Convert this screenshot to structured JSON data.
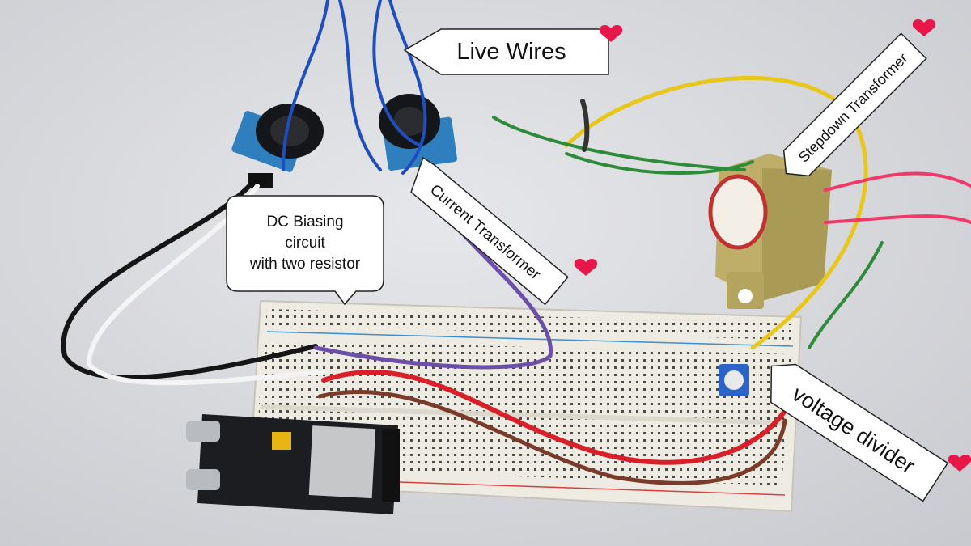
{
  "annotations": {
    "live_wires": "Live Wires",
    "stepdown_transformer": "Stepdown Transformer",
    "current_transformer": "Current Transformer",
    "dc_biasing": [
      "DC Biasing",
      "circuit",
      "with two resistor"
    ],
    "voltage_divider": "voltage divider"
  },
  "colors": {
    "background": "#dcdde0",
    "breadboard": "#eeebe2",
    "wire_blue": "#1f4fbf",
    "wire_yellow": "#e8c61a",
    "wire_green": "#2e8b3a",
    "wire_red": "#d81f2a",
    "wire_pink": "#f0386b",
    "wire_purple": "#6b4fa8",
    "heart": "#e8174a"
  }
}
